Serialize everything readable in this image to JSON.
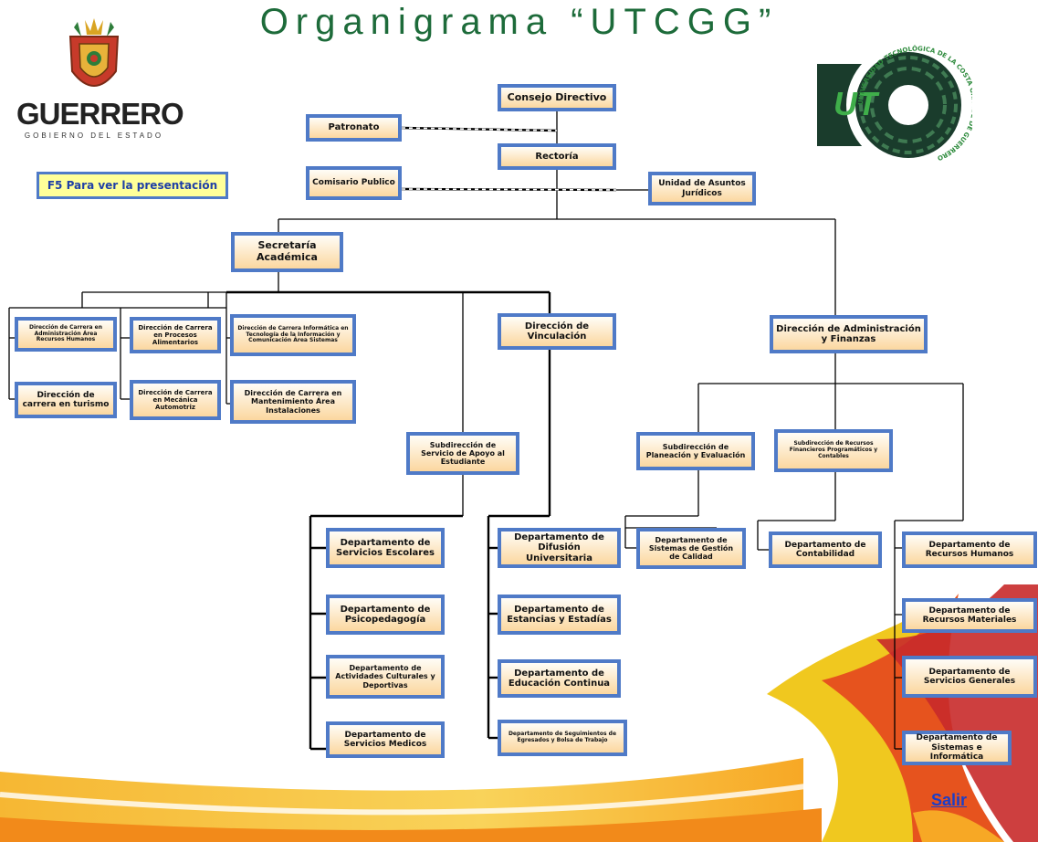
{
  "title": "Organigrama “UTCGG”",
  "hint": "F5 Para ver la presentación",
  "exit_link": "Salir",
  "logo_guerrero": {
    "name": "GUERRERO",
    "subtitle": "GOBIERNO DEL ESTADO"
  },
  "logo_university": {
    "ring_text": "UNIVERSIDAD TECNOLÓGICA DE LA COSTA GRANDE DE GUERRERO",
    "mark": "UT"
  },
  "colors": {
    "title": "#1d6b3a",
    "box_border": "#4f7ac7",
    "box_fill_top": "#fffdf7",
    "box_fill_bottom": "#fbd79f",
    "hint_fill": "#ffff99",
    "link": "#1a3ec9",
    "utcgg_green": "#1a3c2c"
  },
  "boxes": {
    "consejo": "Consejo Directivo",
    "patronato": "Patronato",
    "rectoria": "Rectoría",
    "comisario": "Comisario Publico",
    "juridicos": "Unidad de Asuntos Jurídicos",
    "secretaria": "Secretaría Académica",
    "dir_admin_rh": "Dirección de Carrera en Administración Área Recursos Humanos",
    "dir_turismo": "Dirección de carrera en turismo",
    "dir_alimentarios": "Dirección de Carrera en Procesos Alimentarios",
    "dir_mecanica": "Dirección de Carrera en Mecánica Automotriz",
    "dir_tic": "Dirección de Carrera Informática en Tecnología de la Información y Comunicación Área Sistemas",
    "dir_mantenimiento": "Dirección de Carrera en Mantenimiento Área Instalaciones",
    "dir_vinculacion": "Dirección de Vinculación",
    "dir_finanzas": "Dirección de Administración y Finanzas",
    "subdir_apoyo": "Subdirección de Servicio de Apoyo al Estudiante",
    "subdir_planeacion": "Subdirección de Planeación y Evaluación",
    "subdir_recursos": "Subdirección de Recursos Financieros Programáticos y Contables",
    "dep_escolares": "Departamento de Servicios Escolares",
    "dep_psico": "Departamento de Psicopedagogía",
    "dep_culturales": "Departamento de Actividades Culturales y Deportivas",
    "dep_medicos": "Departamento de Servicios Medicos",
    "dep_difusion": "Departamento de Difusión Universitaria",
    "dep_estancias": "Departamento de Estancias y Estadías",
    "dep_continua": "Departamento de Educación Continua",
    "dep_egresados": "Departamento de Seguimientos de Egresados y Bolsa de Trabajo",
    "dep_calidad": "Departamento de Sistemas de Gestión de Calidad",
    "dep_contabilidad": "Departamento de Contabilidad",
    "dep_rh": "Departamento de Recursos Humanos",
    "dep_materiales": "Departamento de Recursos Materiales",
    "dep_generales": "Departamento de Servicios Generales",
    "dep_informatica": "Departamento de Sistemas e Informática"
  }
}
